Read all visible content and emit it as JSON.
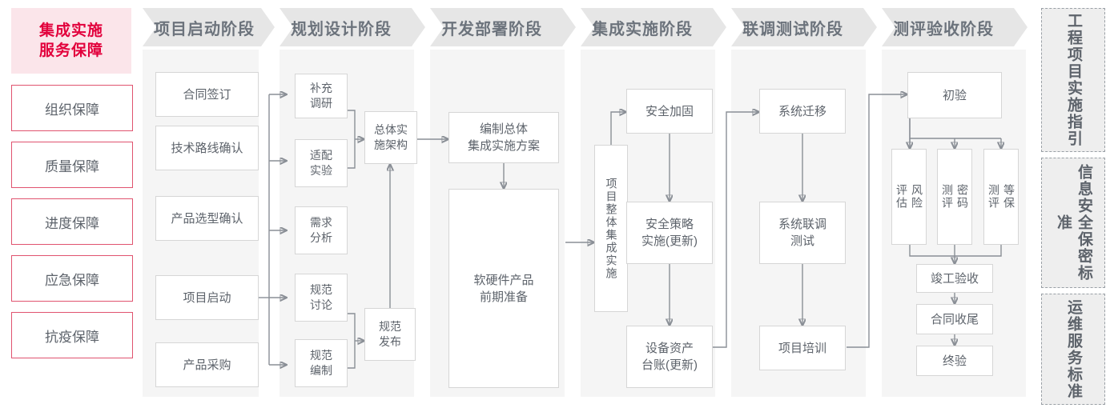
{
  "brand": {
    "line1": "集成实施",
    "line2": "服务保障",
    "bg_color": "#fbe5ea",
    "text_color": "#e2003c"
  },
  "assurance_cards": [
    {
      "label": "组织保障"
    },
    {
      "label": "质量保障"
    },
    {
      "label": "进度保障"
    },
    {
      "label": "应急保障"
    },
    {
      "label": "抗疫保障"
    }
  ],
  "phases": [
    {
      "title": "项目启动阶段",
      "nodes": [
        {
          "label": "合同签订"
        },
        {
          "label": "技术路线确认"
        },
        {
          "label": "产品选型确认"
        },
        {
          "label": "项目启动"
        },
        {
          "label": "产品采购"
        }
      ]
    },
    {
      "title": "规划设计阶段",
      "nodes": [
        {
          "label": "补充\n调研"
        },
        {
          "label": "适配\n实验"
        },
        {
          "label": "需求\n分析"
        },
        {
          "label": "规范\n讨论"
        },
        {
          "label": "规范\n编制"
        },
        {
          "label": "总体实\n施架构"
        },
        {
          "label": "规范\n发布"
        }
      ]
    },
    {
      "title": "开发部署阶段",
      "nodes": [
        {
          "label": "编制总体\n集成实施方案"
        },
        {
          "label": "软硬件产品\n前期准备"
        }
      ]
    },
    {
      "title": "集成实施阶段",
      "nodes": [
        {
          "label": "项目整体集成实施"
        },
        {
          "label": "安全加固"
        },
        {
          "label": "安全策略\n实施(更新)"
        },
        {
          "label": "设备资产\n台账(更新)"
        }
      ]
    },
    {
      "title": "联调测试阶段",
      "nodes": [
        {
          "label": "系统迁移"
        },
        {
          "label": "系统联调\n测试"
        },
        {
          "label": "项目培训"
        }
      ]
    },
    {
      "title": "测评验收阶段",
      "nodes": [
        {
          "label": "初验"
        },
        {
          "label": "风险\n评估"
        },
        {
          "label": "密码\n测评"
        },
        {
          "label": "等保\n测评"
        },
        {
          "label": "竣工验收"
        },
        {
          "label": "合同收尾"
        },
        {
          "label": "终验"
        }
      ]
    }
  ],
  "standards": [
    {
      "label": "工程项目实施指引"
    },
    {
      "label": "信息安全保密标准"
    },
    {
      "label": "运维服务标准"
    }
  ],
  "colors": {
    "phase_header_bg": "#e6e6e6",
    "phase_header_text": "#6c737c",
    "phase_body_bg": "#f5f5f5",
    "node_border": "#d6d6d6",
    "node_text": "#5d636b",
    "connector": "#8a8f96",
    "accent_red": "#e2003c"
  }
}
